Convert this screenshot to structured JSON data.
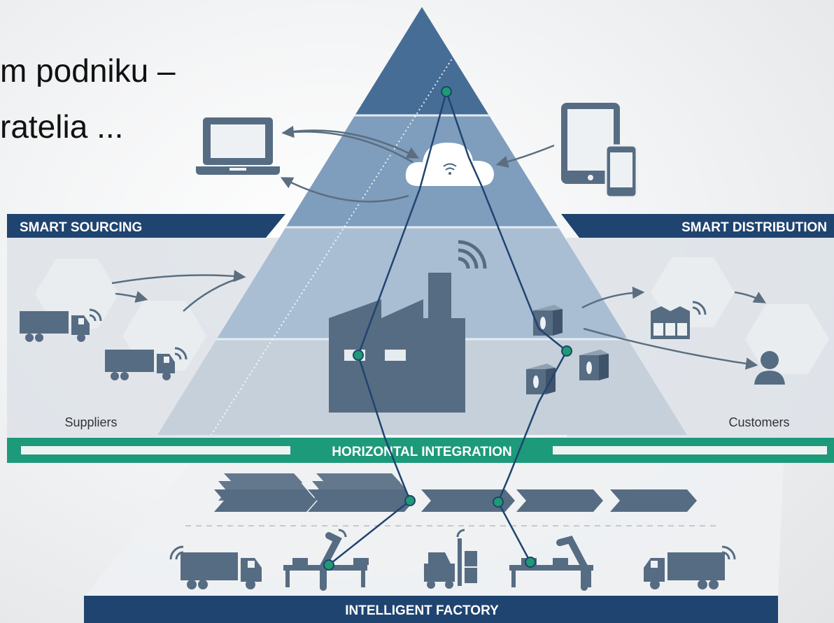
{
  "title": {
    "line1": "m podniku –",
    "line2": "ratelia ..."
  },
  "labels": {
    "smart_sourcing": "SMART SOURCING",
    "smart_distribution": "SMART DISTRIBUTION",
    "horizontal_integration": "HORIZONTAL   INTEGRATION",
    "intelligent_factory": "INTELLIGENT FACTORY",
    "suppliers": "Suppliers",
    "customers": "Customers"
  },
  "colors": {
    "navy": "#1f4470",
    "slate": "#556c83",
    "teal": "#1d9a7a",
    "node": "#1f9a72"
  },
  "icons": [
    "laptop-icon",
    "tablet-icon",
    "phone-icon",
    "cloud-wifi-icon",
    "factory-icon",
    "truck-icon",
    "forklift-icon",
    "robot-arm-icon",
    "box-icon",
    "warehouse-icon",
    "person-icon"
  ]
}
